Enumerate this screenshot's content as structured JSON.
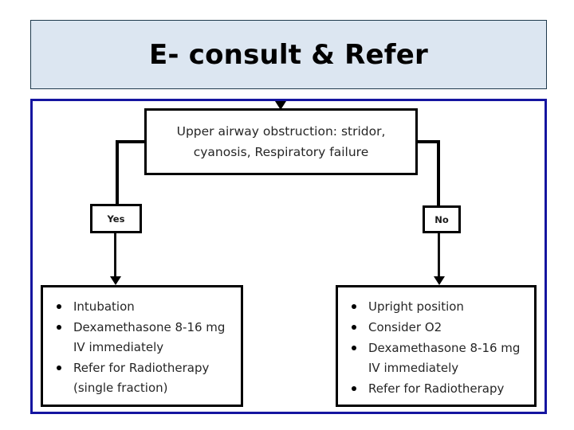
{
  "title": {
    "text": "E- consult & Refer",
    "background_color": "#dce6f1",
    "border_color": "#1f3a4d"
  },
  "flowchart": {
    "frame_border_color": "#1515a0",
    "condition": {
      "line1": "Upper airway obstruction: stridor,",
      "line2": "cyanosis, Respiratory failure"
    },
    "branches": [
      {
        "key": "yes",
        "label": "Yes"
      },
      {
        "key": "no",
        "label": "No"
      }
    ],
    "outcome_yes": {
      "items": [
        "Intubation",
        "Dexamethasone 8-16 mg IV immediately",
        "Refer for Radiotherapy (single fraction)"
      ]
    },
    "outcome_no": {
      "items": [
        "Upright position",
        "Consider O2",
        "Dexamethasone 8-16 mg IV immediately",
        "Refer for Radiotherapy"
      ]
    }
  }
}
